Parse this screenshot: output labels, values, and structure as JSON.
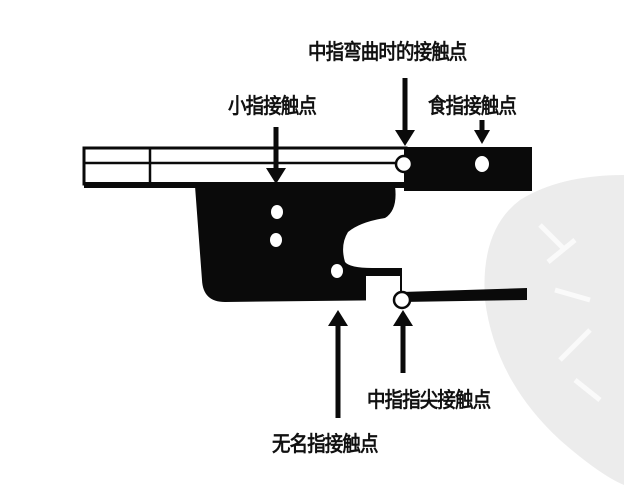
{
  "diagram": {
    "title": "",
    "labels": {
      "middle_bent": "中指弯曲时的接触点",
      "pinky": "小指接触点",
      "index": "食指接触点",
      "middle_tip": "中指指尖接触点",
      "ring": "无名指接触点"
    },
    "colors": {
      "ink": "#0a0a0a",
      "paper": "#ffffff",
      "watermark": "#e6e6e6"
    }
  }
}
